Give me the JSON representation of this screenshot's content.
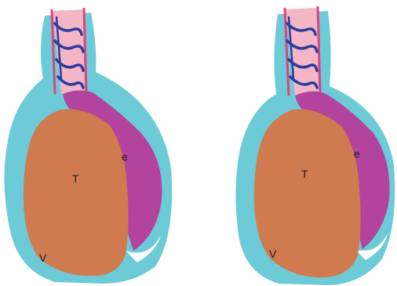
{
  "figures": [
    {
      "testis_label": "T",
      "epididymis_label": "e",
      "vaginalis_label": "V"
    },
    {
      "testis_label": "T",
      "epididymis_label": "e",
      "vaginalis_label": "V"
    }
  ],
  "colors": {
    "tunica_vaginalis": "#6ccbd7",
    "testis": "#d07b4f",
    "epididymis": "#b3449d",
    "cord_pink": "#f4b6c6",
    "cord_outline": "#e0417f",
    "vessels": "#2a3c9e",
    "inner_gap": "#ffffff"
  }
}
